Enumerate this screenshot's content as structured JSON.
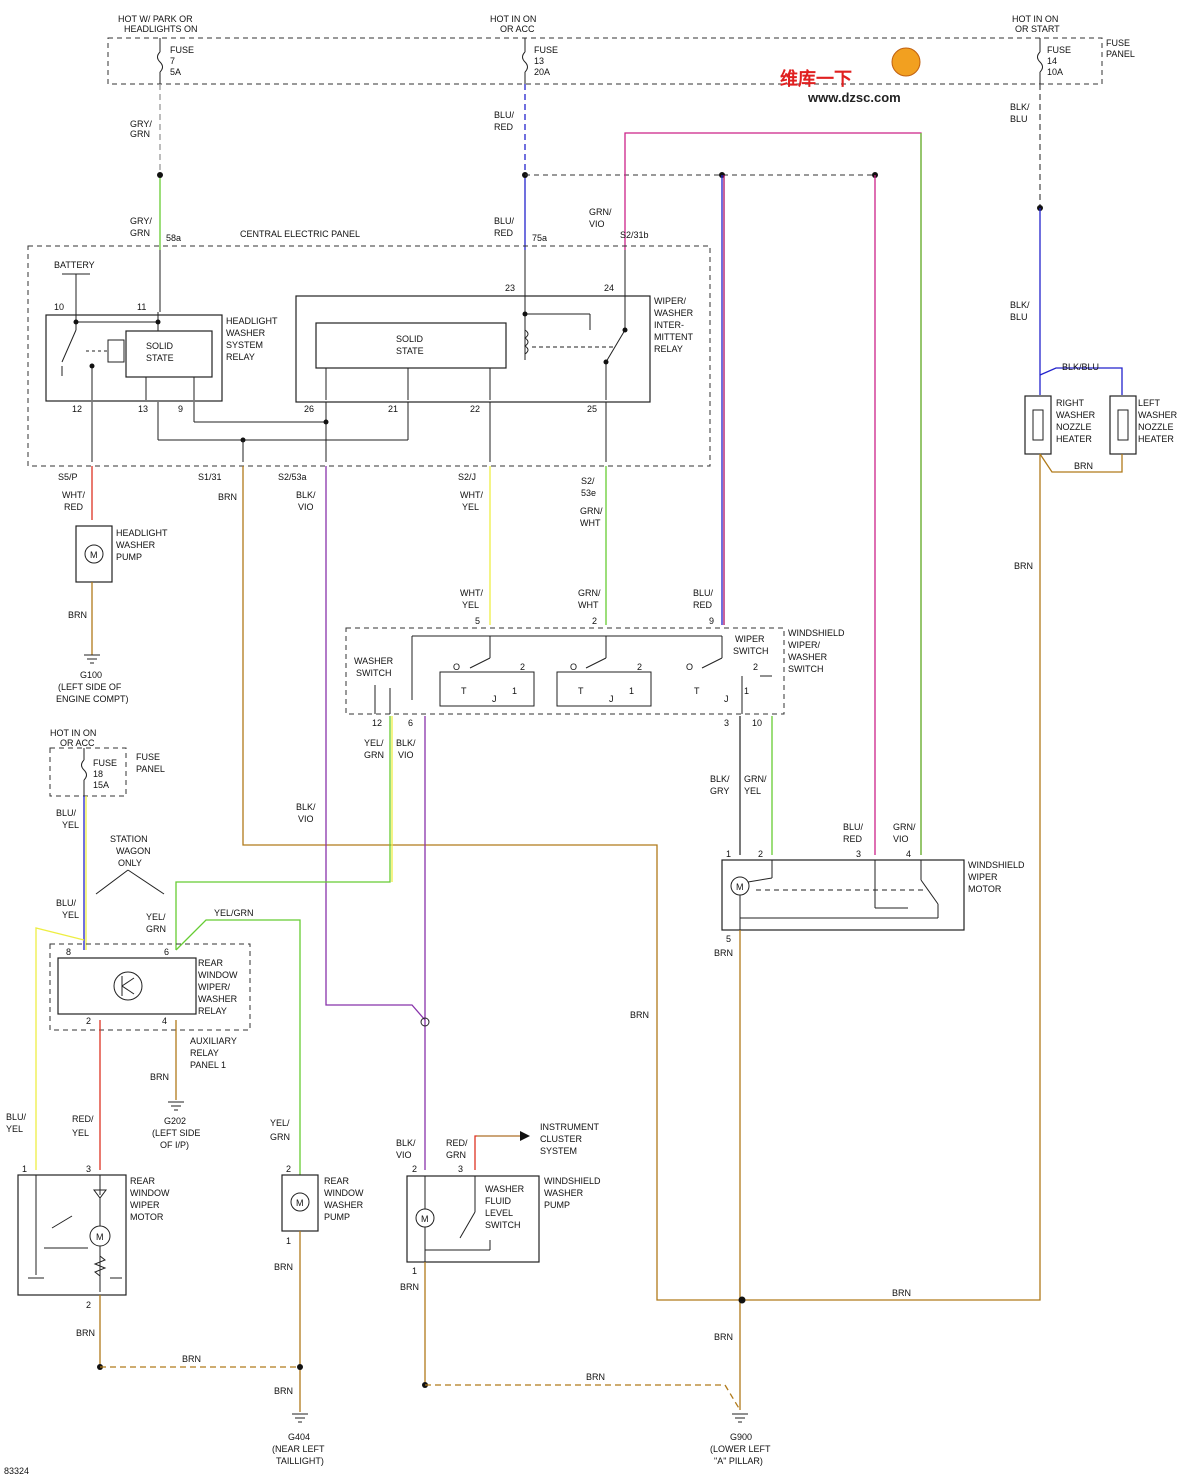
{
  "sources": {
    "left": [
      "HOT W/ PARK OR",
      "HEADLIGHTS ON"
    ],
    "mid": [
      "HOT IN ON",
      "OR ACC"
    ],
    "right": [
      "HOT IN ON",
      "OR START"
    ],
    "rear": [
      "HOT IN ON",
      "OR ACC"
    ]
  },
  "fuses": {
    "f7": [
      "FUSE",
      "7",
      "5A"
    ],
    "f13": [
      "FUSE",
      "13",
      "20A"
    ],
    "f14": [
      "FUSE",
      "14",
      "10A"
    ],
    "f18": [
      "FUSE",
      "18",
      "15A"
    ],
    "panel": [
      "FUSE",
      "PANEL"
    ]
  },
  "watermark": {
    "cn": "维库一下",
    "url": "www.dzsc.com"
  },
  "wires": {
    "gry_grn": [
      "GRY/",
      "GRN"
    ],
    "blu_red": [
      "BLU/",
      "RED"
    ],
    "grn_vio": [
      "GRN/",
      "VIO"
    ],
    "blk_blu": [
      "BLK/",
      "BLU"
    ],
    "blk_blu_top": [
      "BLK/",
      "BLU"
    ],
    "blk_blu_h": "BLK/BLU",
    "wht_red": [
      "WHT/",
      "RED"
    ],
    "wht_yel": [
      "WHT/",
      "YEL"
    ],
    "grn_wht": [
      "GRN/",
      "WHT"
    ],
    "blk_vio": [
      "BLK/",
      "VIO"
    ],
    "blk_gry": [
      "BLK/",
      "GRY"
    ],
    "grn_yel": [
      "GRN/",
      "YEL"
    ],
    "yel_grn": [
      "YEL/",
      "GRN"
    ],
    "yel_grn_h": "YEL/GRN",
    "blu_yel": [
      "BLU/",
      "YEL"
    ],
    "red_yel": [
      "RED/",
      "YEL"
    ],
    "red_grn": [
      "RED/",
      "GRN"
    ],
    "brn": "BRN",
    "s2_53e": [
      "S2/",
      "53e"
    ]
  },
  "cep": {
    "title": "CENTRAL ELECTRIC PANEL",
    "battery": "BATTERY",
    "solid_state": [
      "SOLID",
      "STATE"
    ],
    "hl_relay": [
      "HEADLIGHT",
      "WASHER",
      "SYSTEM",
      "RELAY"
    ],
    "ww_relay": [
      "WIPER/",
      "WASHER",
      "INTER-",
      "MITTENT",
      "RELAY"
    ]
  },
  "terminals": {
    "t58a": "58a",
    "t75a": "75a",
    "ts2_31b": "S2/31b",
    "t10": "10",
    "t11": "11",
    "t23": "23",
    "t24": "24",
    "t12": "12",
    "t13": "13",
    "t9": "9",
    "t26": "26",
    "t21": "21",
    "t22": "22",
    "t25": "25",
    "s5p": "S5/P",
    "s1_31": "S1/31",
    "s2_53a": "S2/53a",
    "s2j": "S2/J"
  },
  "components": {
    "hl_pump": [
      "HEADLIGHT",
      "WASHER",
      "PUMP"
    ],
    "g100": [
      "G100",
      "(LEFT SIDE OF",
      "ENGINE COMPT)"
    ],
    "right_heater": [
      "RIGHT",
      "WASHER",
      "NOZZLE",
      "HEATER"
    ],
    "left_heater": [
      "LEFT",
      "WASHER",
      "NOZZLE",
      "HEATER"
    ],
    "ws_switch": [
      "WINDSHIELD",
      "WIPER/",
      "WASHER",
      "SWITCH"
    ],
    "washer_sw": [
      "WASHER",
      "SWITCH"
    ],
    "wiper_sw": [
      "WIPER",
      "SWITCH"
    ],
    "ws_motor": [
      "WINDSHIELD",
      "WIPER",
      "MOTOR"
    ],
    "station_wagon": [
      "STATION",
      "WAGON",
      "ONLY"
    ],
    "rear_relay": [
      "REAR",
      "WINDOW",
      "WIPER/",
      "WASHER",
      "RELAY"
    ],
    "aux_panel": [
      "AUXILIARY",
      "RELAY",
      "PANEL 1"
    ],
    "g202": [
      "G202",
      "(LEFT SIDE",
      "OF I/P)"
    ],
    "rear_motor": [
      "REAR",
      "WINDOW",
      "WIPER",
      "MOTOR"
    ],
    "rear_pump": [
      "REAR",
      "WINDOW",
      "WASHER",
      "PUMP"
    ],
    "fluid_sw": [
      "WASHER",
      "FLUID",
      "LEVEL",
      "SWITCH"
    ],
    "ws_pump": [
      "WINDSHIELD",
      "WASHER",
      "PUMP"
    ],
    "instrument": [
      "INSTRUMENT",
      "CLUSTER",
      "SYSTEM"
    ],
    "g404": [
      "G404",
      "(NEAR LEFT",
      "TAILLIGHT)"
    ],
    "g900": [
      "G900",
      "(LOWER LEFT",
      "\"A\" PILLAR)"
    ],
    "motor_m": "M",
    "solid": [
      "SOLID",
      "STATE"
    ]
  },
  "footer": "83324",
  "colors": {
    "grn": "#66cc33",
    "gry": "#999999",
    "blu": "#2222cc",
    "red": "#dd3322",
    "yel": "#eeee44",
    "vio": "#8833aa",
    "mag": "#cc2288",
    "brn": "#b07a1a",
    "blk": "#222222"
  }
}
